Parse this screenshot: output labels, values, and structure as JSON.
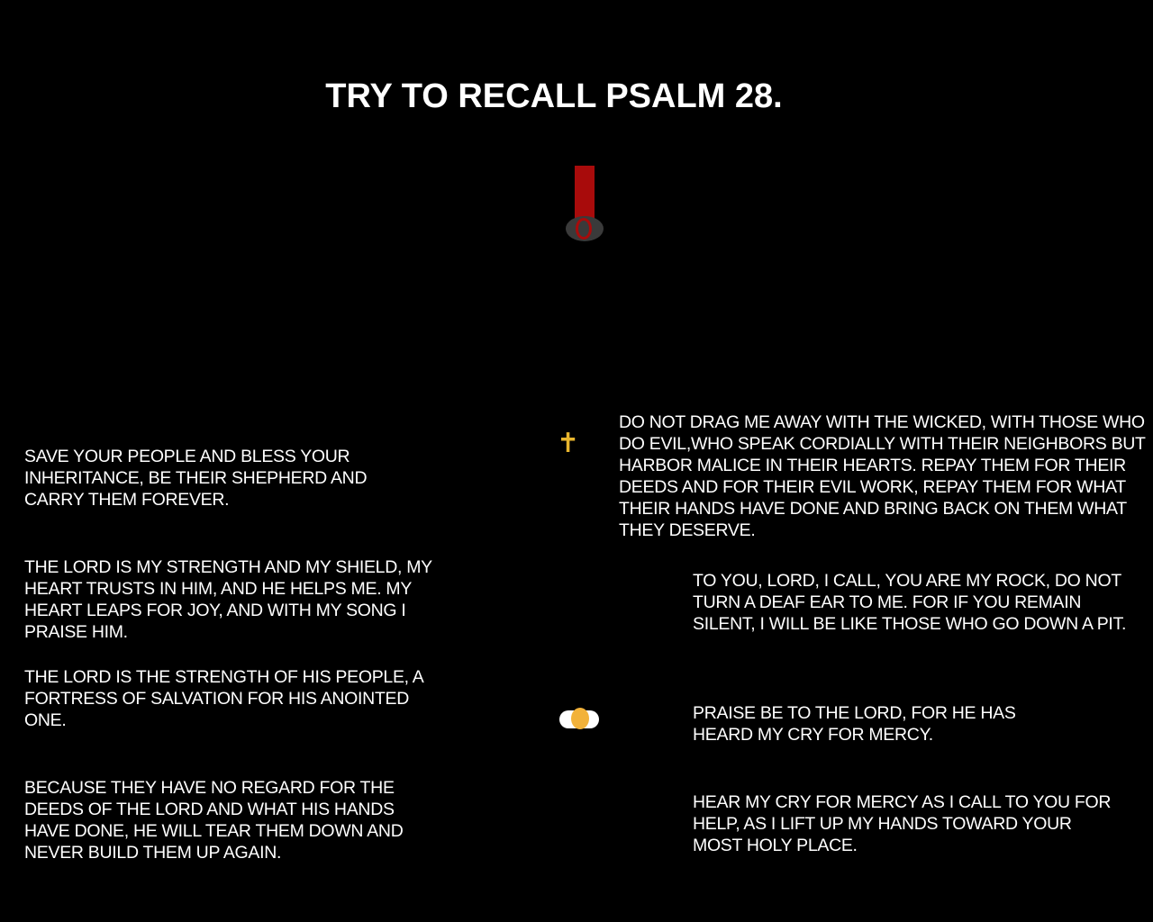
{
  "title": "TRY TO RECALL PSALM 28.",
  "cross_glyph": "✝",
  "colors": {
    "background": "#000000",
    "text": "#ffffff",
    "cross": "#e8b52e",
    "pointer_red": "#a80b0b",
    "coin": "#f2b23a"
  },
  "icons": {
    "cross": "cross-icon",
    "pointer": "scroll-pointer-icon",
    "hands": "praying-hands-icon"
  },
  "verses": {
    "left": [
      "SAVE YOUR PEOPLE AND BLESS YOUR INHERITANCE, BE THEIR SHEPHERD AND CARRY THEM FOREVER.",
      "THE LORD IS MY STRENGTH AND MY SHIELD, MY HEART TRUSTS IN HIM, AND HE HELPS ME. MY HEART LEAPS FOR JOY, AND WITH MY SONG I PRAISE HIM.",
      "THE LORD IS THE STRENGTH OF HIS PEOPLE, A FORTRESS OF SALVATION FOR HIS ANOINTED ONE.",
      "BECAUSE THEY HAVE NO REGARD FOR THE DEEDS OF THE LORD AND WHAT HIS HANDS HAVE DONE, HE WILL TEAR THEM DOWN AND NEVER BUILD THEM UP AGAIN."
    ],
    "right": [
      "DO NOT DRAG ME AWAY WITH THE WICKED, WITH THOSE WHO DO EVIL,WHO SPEAK CORDIALLY WITH THEIR NEIGHBORS BUT HARBOR MALICE IN THEIR HEARTS. REPAY THEM FOR THEIR DEEDS AND FOR THEIR EVIL WORK, REPAY THEM FOR WHAT THEIR HANDS HAVE DONE AND BRING BACK ON THEM WHAT THEY DESERVE.",
      "TO YOU, LORD, I CALL, YOU ARE MY ROCK, DO NOT TURN A DEAF EAR TO ME. FOR IF YOU REMAIN SILENT, I WILL BE LIKE THOSE WHO GO DOWN A PIT.",
      "PRAISE BE TO THE LORD, FOR HE HAS HEARD MY CRY FOR MERCY.",
      "HEAR MY CRY FOR MERCY AS I CALL TO YOU FOR HELP, AS I LIFT UP MY HANDS TOWARD YOUR MOST HOLY PLACE."
    ]
  }
}
